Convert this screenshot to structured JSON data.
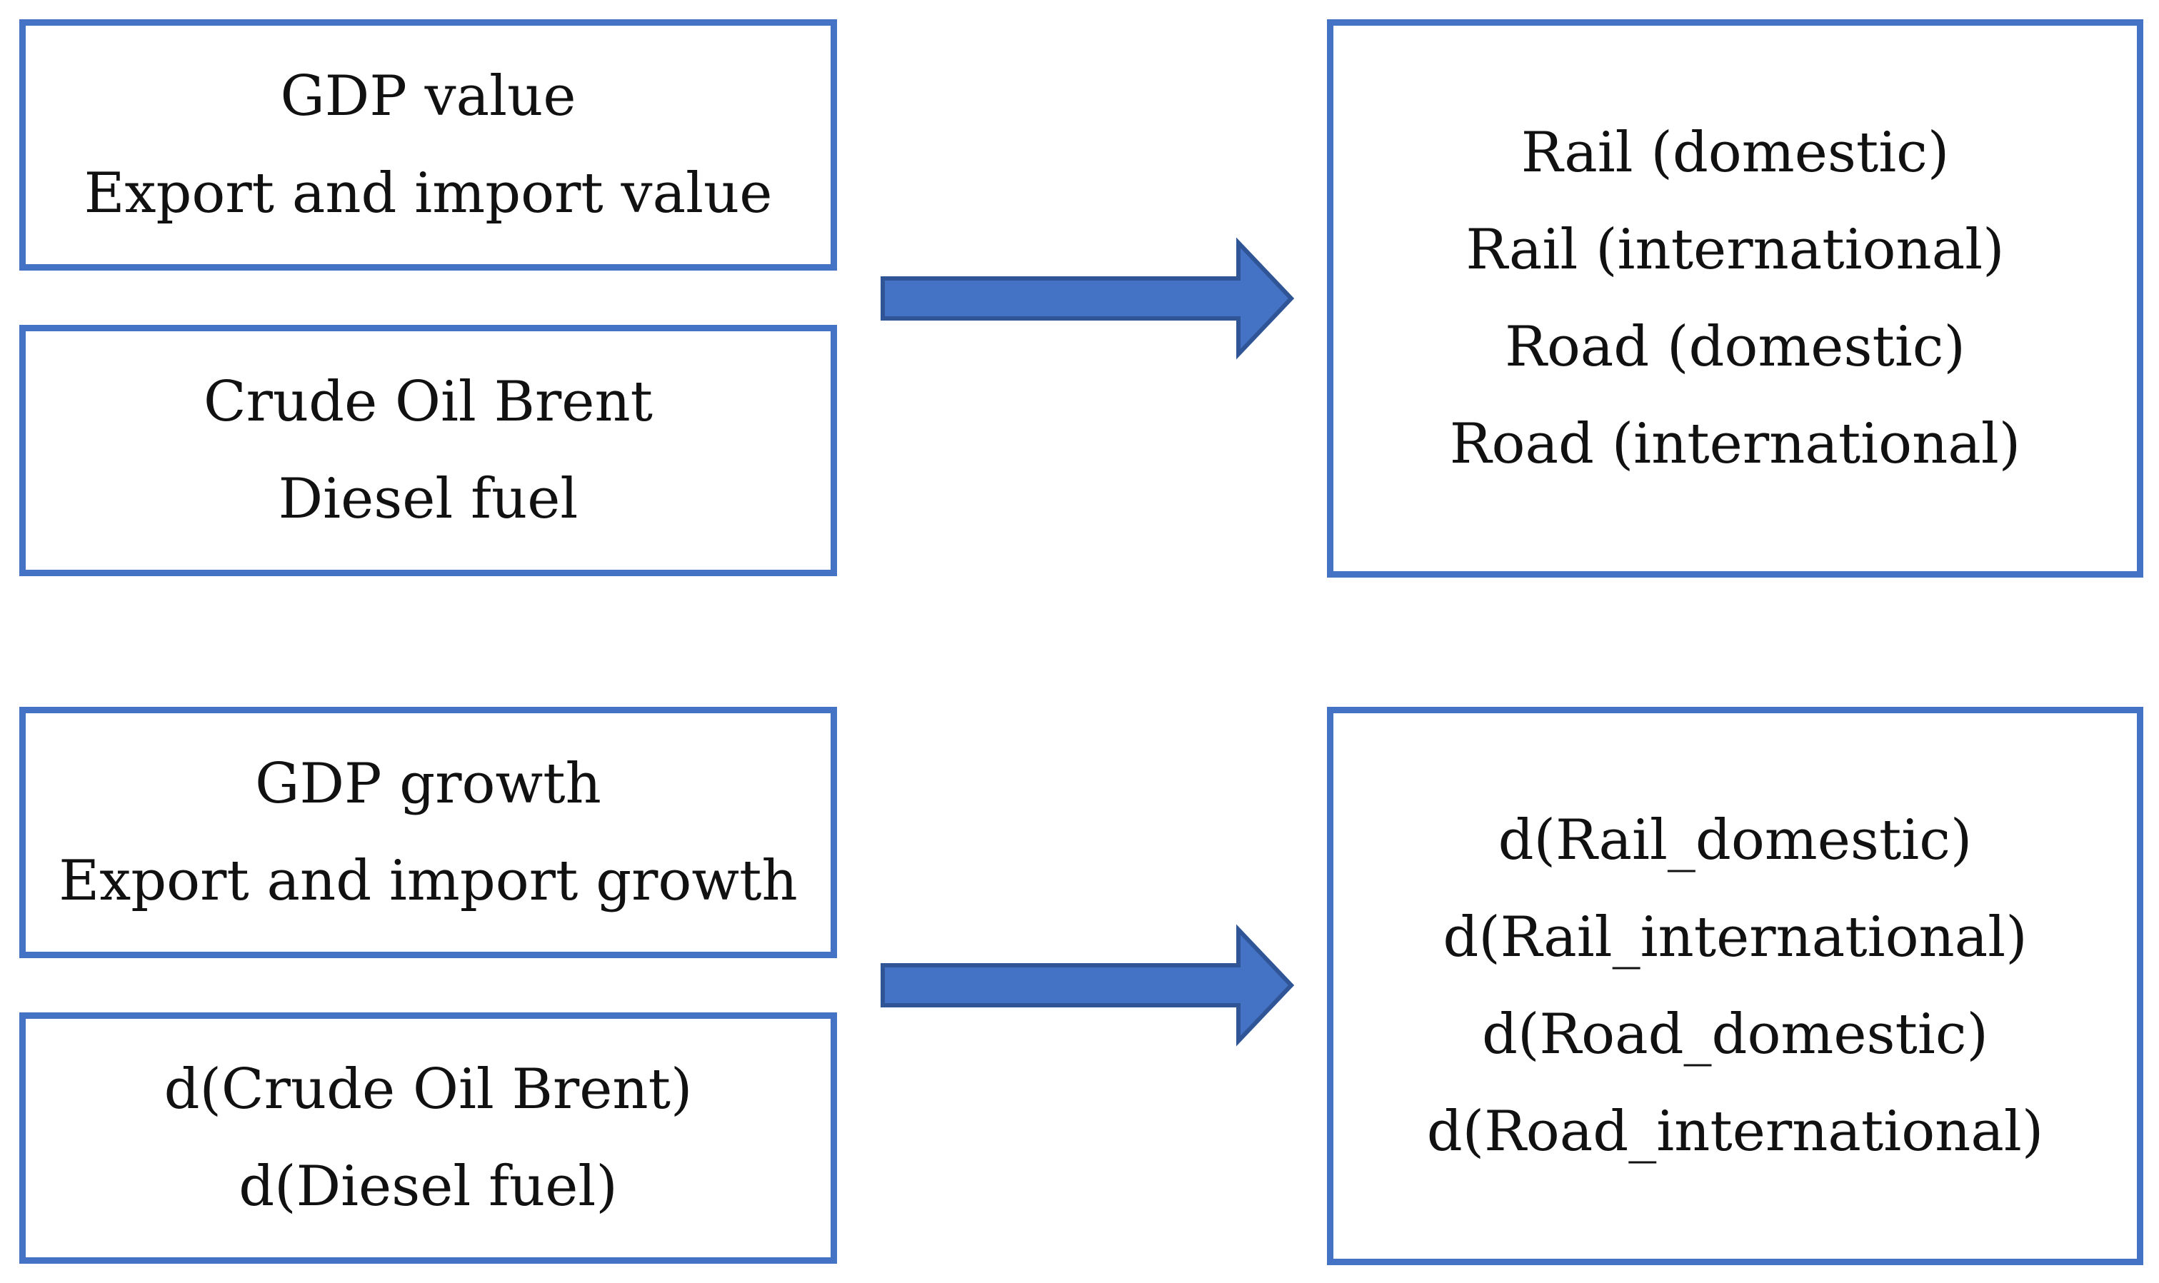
{
  "diagram": {
    "top": {
      "inputs": [
        {
          "lines": [
            "GDP value",
            "Export and import value"
          ]
        },
        {
          "lines": [
            "Crude Oil Brent",
            "Diesel fuel"
          ]
        }
      ],
      "outputs": {
        "lines": [
          "Rail (domestic)",
          "Rail (international)",
          "Road (domestic)",
          "Road (international)"
        ]
      }
    },
    "bottom": {
      "inputs": [
        {
          "lines": [
            "GDP growth",
            "Export and import growth"
          ]
        },
        {
          "lines": [
            "d(Crude Oil Brent)",
            "d(Diesel fuel)"
          ]
        }
      ],
      "outputs": {
        "lines": [
          "d(Rail_domestic)",
          "d(Rail_international)",
          "d(Road_domestic)",
          "d(Road_international)"
        ]
      }
    }
  },
  "colors": {
    "box_border": "#4472C4",
    "arrow_fill": "#4472C4",
    "arrow_stroke": "#2F5597"
  }
}
